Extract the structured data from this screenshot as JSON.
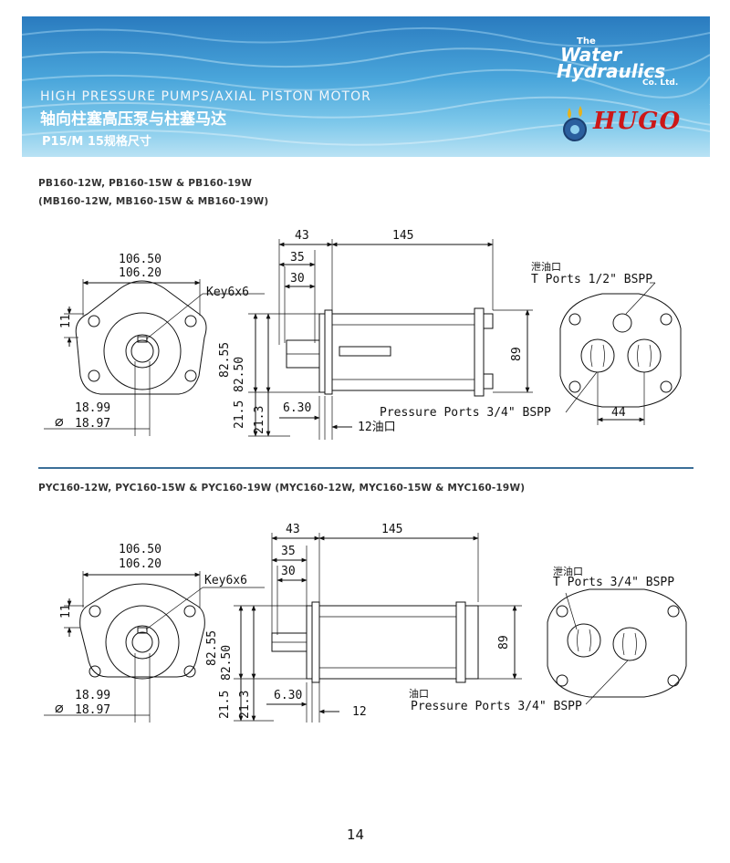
{
  "banner": {
    "title": "HIGH PRESSURE PUMPS/AXIAL PISTON MOTOR",
    "subtitle": "轴向柱塞高压泵与柱塞马达",
    "spec": "P15/M 15规格尺寸"
  },
  "logo": {
    "the": "The",
    "water": "Water",
    "hydraulics": "Hydraulics",
    "co": "Co. Ltd.",
    "brand": "HUGO"
  },
  "section1": {
    "title_line1": "PB160-12W, PB160-15W & PB160-19W",
    "title_line2": "(MB160-12W, MB160-15W & MB160-19W)",
    "dims": {
      "flange_width_max": "106.50",
      "flange_width_min": "106.20",
      "key": "Key6x6",
      "eleven": "11",
      "shaft_max": "18.99",
      "shaft_min": "18.97",
      "d43": "43",
      "d35": "35",
      "d30": "30",
      "d145": "145",
      "pilot_max": "82.55",
      "pilot_min": "82.50",
      "h21_5": "21.5",
      "h21_3": "21.3",
      "d6_30": "6.30",
      "d12": "12油口",
      "dia89": "89",
      "d44": "44"
    },
    "t_ports_cn": "泄油口",
    "t_ports": "T Ports 1/2\" BSPP",
    "pressure_ports": "Pressure Ports 3/4\" BSPP"
  },
  "section2": {
    "title_line1": "PYC160-12W, PYC160-15W & PYC160-19W (MYC160-12W, MYC160-15W & MYC160-19W)",
    "dims": {
      "flange_width_max": "106.50",
      "flange_width_min": "106.20",
      "key": "Key6x6",
      "eleven": "11",
      "shaft_max": "18.99",
      "shaft_min": "18.97",
      "d43": "43",
      "d35": "35",
      "d30": "30",
      "d145": "145",
      "pilot_max": "82.55",
      "pilot_min": "82.50",
      "h21_5": "21.5",
      "h21_3": "21.3",
      "d6_30": "6.30",
      "d12": "12",
      "dia89": "89"
    },
    "t_ports_cn": "泄油口",
    "t_ports": "T Ports 3/4\" BSPP",
    "pressure_cn": "油口",
    "pressure_ports": "Pressure Ports 3/4\" BSPP"
  },
  "page_number": "14"
}
